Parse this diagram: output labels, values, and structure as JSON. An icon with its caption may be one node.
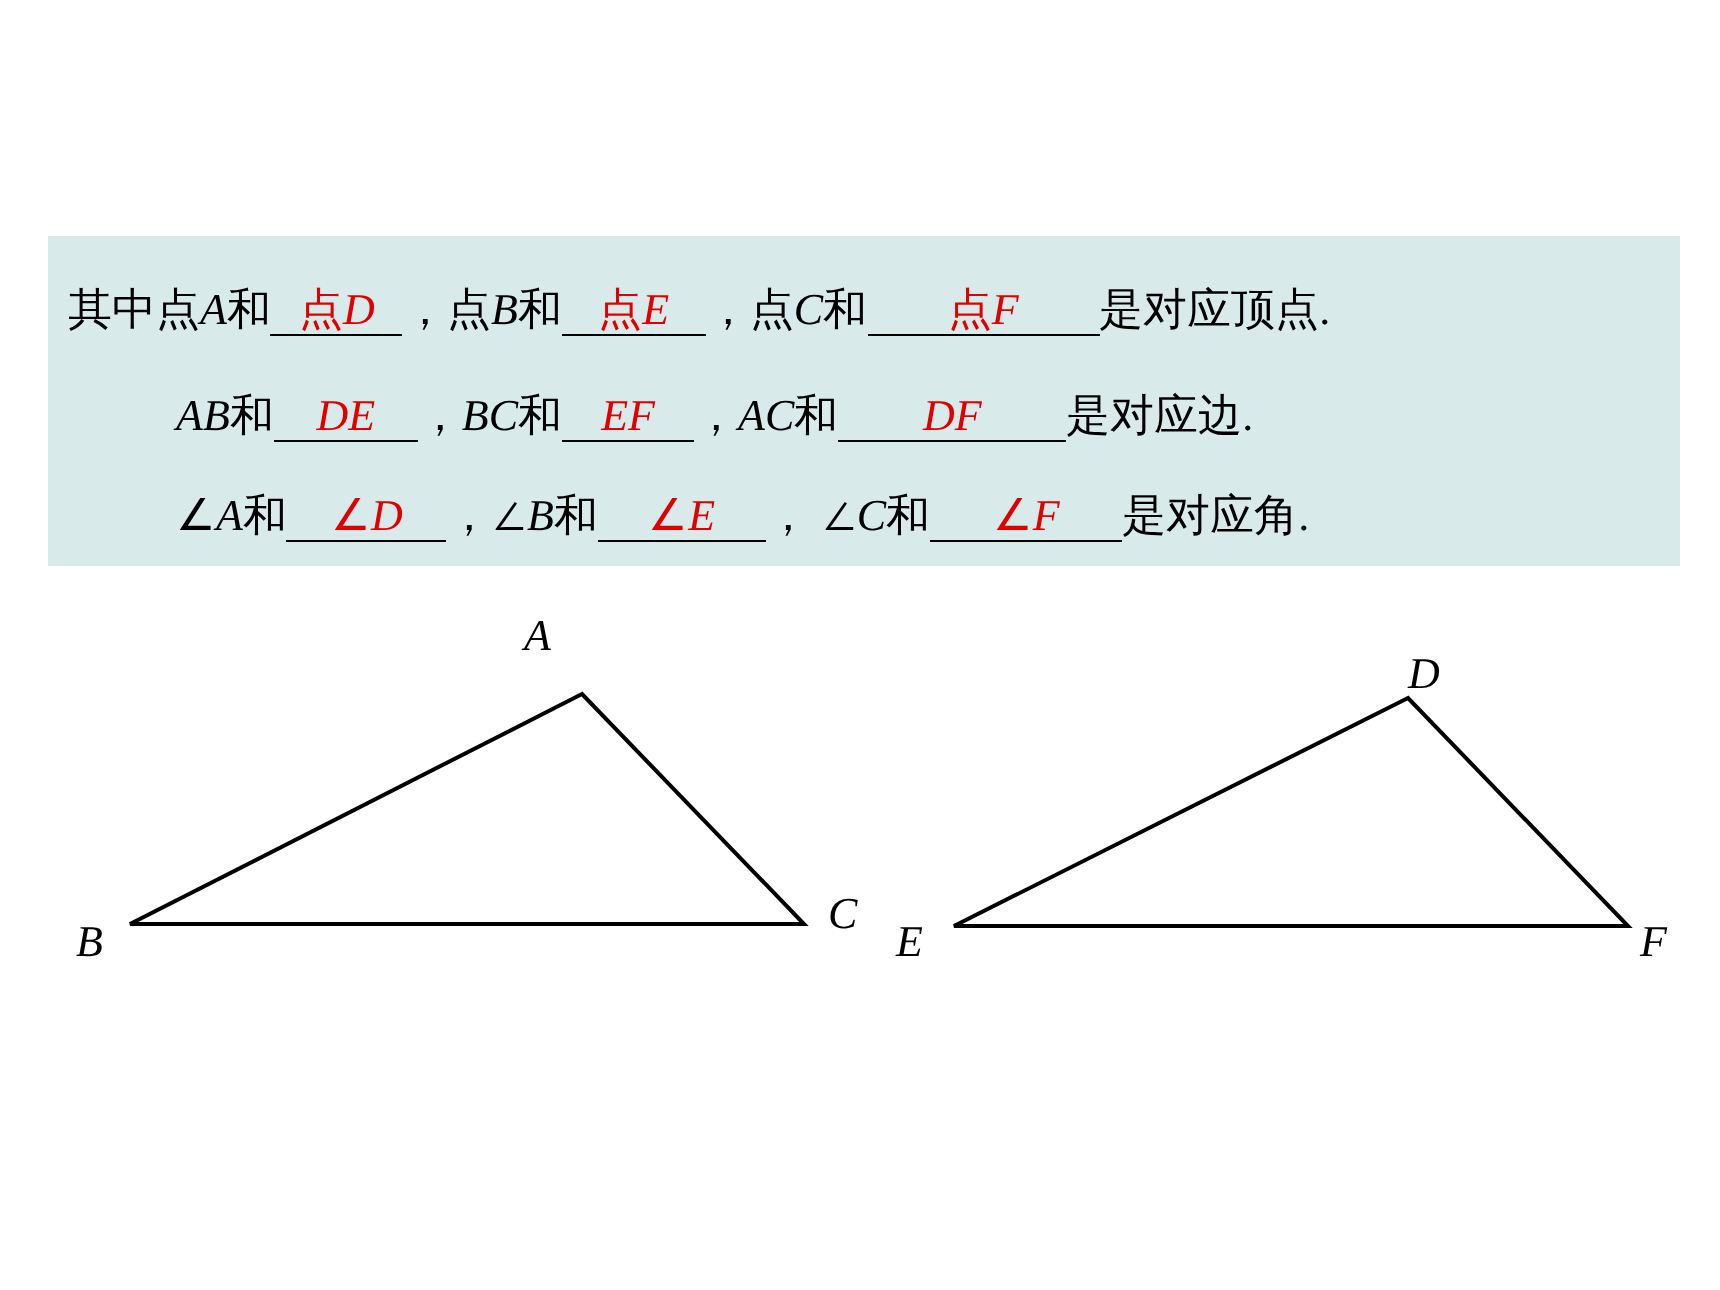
{
  "diagram": {
    "nodes": [
      {
        "text": [
          "其中点A和",
          "点D",
          "，点B和",
          "点E",
          "，点C和",
          "点F",
          "是对应顶点.",
          "AB和",
          "DE",
          "，BC和",
          "EF",
          "，AC和",
          "DF",
          "是对应边.",
          "∠A和",
          "∠D",
          "，∠B和",
          "∠E",
          "，  ∠C和",
          "∠F",
          "是对应角."
        ]
      }
    ],
    "labels": [
      "A",
      "B",
      "C",
      "D",
      "E",
      "F"
    ]
  }
}
